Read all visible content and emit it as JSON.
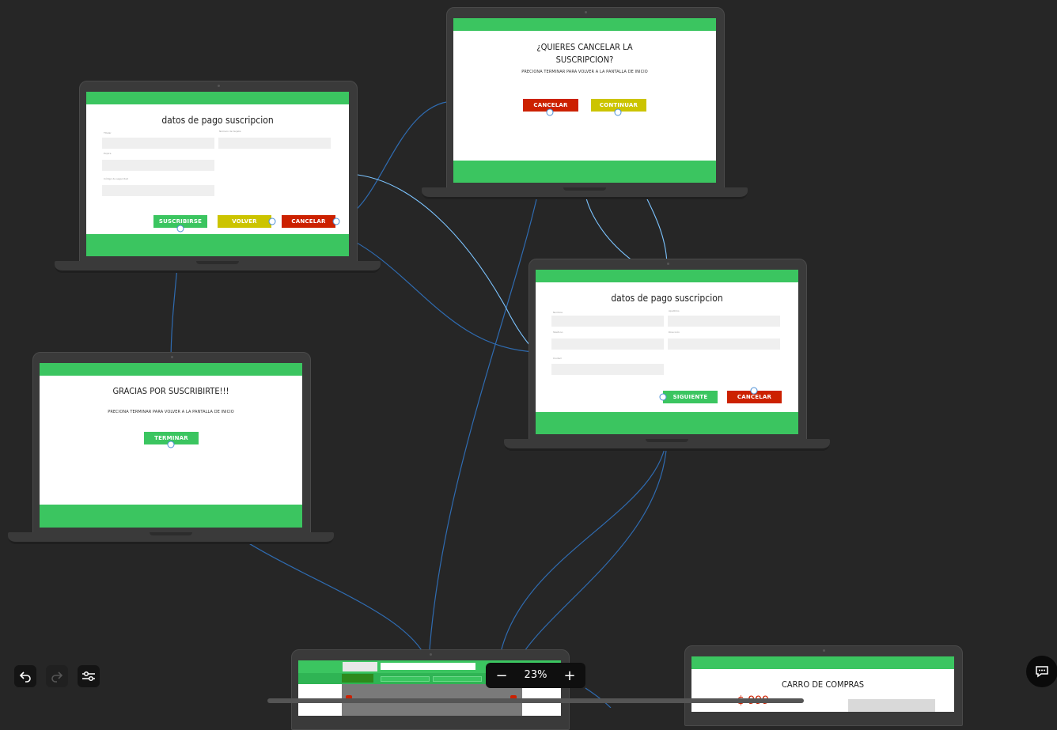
{
  "colors": {
    "background": "#262626",
    "green": "#3bc560",
    "yellow": "#ccc400",
    "red": "#cc2100",
    "wire": "#2f6bb0",
    "wire_light": "#7cc4ff"
  },
  "screens": {
    "pago1": {
      "title": "datos de pago suscripcion",
      "field_labels": [
        "Titular",
        "Número de tarjeta",
        "Expira",
        "Código de seguridad"
      ],
      "buttons": {
        "subscribe": "SUSCRIBIRSE",
        "back": "VOLVER",
        "cancel": "CANCELAR"
      }
    },
    "cancelar": {
      "title_line1": "¿QUIERES CANCELAR LA",
      "title_line2": "SUSCRIPCION?",
      "subtitle": "PRECIONA TERMINAR PARA VOLVER A LA PANTALLA DE INICIO",
      "buttons": {
        "cancel": "CANCELAR",
        "continue": "CONTINUAR"
      }
    },
    "pago2": {
      "title": "datos de pago suscripcion",
      "field_labels": [
        "Nombre",
        "Apellidos",
        "Teléfono",
        "Dirección",
        "Ciudad"
      ],
      "buttons": {
        "next": "SIGUIENTE",
        "cancel": "CANCELAR"
      }
    },
    "gracias": {
      "title": "GRACIAS POR SUSCRIBIRTE!!!",
      "subtitle": "PRECIONA TERMINAR PARA VOLVER A LA PANTALLA DE INICIO",
      "buttons": {
        "finish": "TERMINAR"
      }
    },
    "carro": {
      "title": "CARRO DE COMPRAS",
      "price_partial": "$ 999"
    }
  },
  "toolbar": {
    "undo": "undo-icon",
    "redo": "redo-icon",
    "settings": "sliders-icon"
  },
  "zoom": {
    "value": "23%",
    "minus": "−",
    "plus": "+"
  },
  "chat": {
    "icon": "chat-icon"
  }
}
